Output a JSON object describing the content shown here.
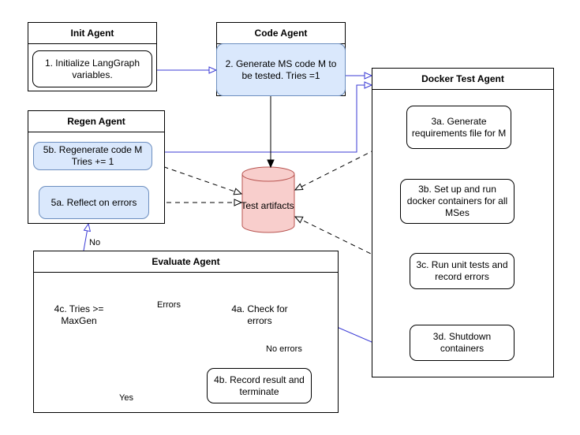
{
  "containers": {
    "init": "Init Agent",
    "code": "Code Agent",
    "docker": "Docker Test Agent",
    "regen": "Regen Agent",
    "evaluate": "Evaluate Agent"
  },
  "nodes": {
    "init_vars": "1. Initialize LangGraph variables.",
    "generate_ms": "2. Generate MS code M to be tested. Tries =1",
    "generate_req": "3a. Generate requirements file for M",
    "setup_run": "3b. Set up and run docker containers for all MSes",
    "run_tests": "3c. Run  unit tests and record errors",
    "shutdown": "3d. Shutdown containers",
    "regenerate": "5b. Regenerate code M Tries += 1",
    "reflect": "5a. Reflect on errors",
    "check_errors": "4a. Check for errors",
    "tries_check": "4c. Tries >= MaxGen",
    "record_result": "4b. Record result and terminate",
    "test_artifacts": "Test artifacts"
  },
  "edge_labels": {
    "errors": "Errors",
    "no_errors": "No errors",
    "yes": "Yes",
    "no": "No"
  },
  "colors": {
    "arrow": "#3b3bd6",
    "node_blue_fill": "#dae8fc",
    "node_blue_stroke": "#6c8ebf",
    "cylinder_fill": "#f8cecc",
    "cylinder_stroke": "#b85450"
  }
}
